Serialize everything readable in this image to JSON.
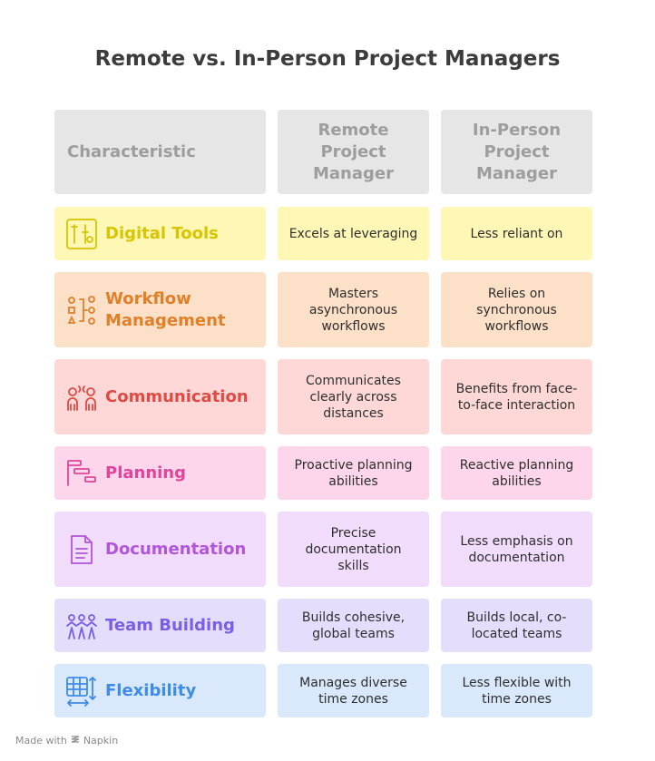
{
  "title": "Remote vs. In-Person Project Managers",
  "headers": {
    "characteristic": "Characteristic",
    "remote": "Remote Project Manager",
    "inperson": "In-Person Project Manager"
  },
  "rows": [
    {
      "feature": "Digital Tools",
      "remote": "Excels at leveraging",
      "inperson": "Less reliant on",
      "icon": "tools-icon",
      "color": "#d9c400",
      "bg": "#fef7b6"
    },
    {
      "feature": "Workflow Management",
      "remote": "Masters asynchronous workflows",
      "inperson": "Relies on synchronous workflows",
      "icon": "workflow-icon",
      "color": "#e0802a",
      "bg": "#fde0c8"
    },
    {
      "feature": "Communication",
      "remote": "Communicates clearly across distances",
      "inperson": "Benefits from face-to-face interaction",
      "icon": "communication-icon",
      "color": "#e04a45",
      "bg": "#fdd8d6"
    },
    {
      "feature": "Planning",
      "remote": "Proactive planning abilities",
      "inperson": "Reactive planning abilities",
      "icon": "gantt-icon",
      "color": "#e0459a",
      "bg": "#fdd6ec"
    },
    {
      "feature": "Documentation",
      "remote": "Precise documentation skills",
      "inperson": "Less emphasis on documentation",
      "icon": "document-icon",
      "color": "#b155d9",
      "bg": "#f1dcfc"
    },
    {
      "feature": "Team Building",
      "remote": "Builds cohesive, global teams",
      "inperson": "Builds local, co-located teams",
      "icon": "team-icon",
      "color": "#7b5ee6",
      "bg": "#e4defc"
    },
    {
      "feature": "Flexibility",
      "remote": "Manages diverse time zones",
      "inperson": "Less flexible with time zones",
      "icon": "flexibility-icon",
      "color": "#3f8ce6",
      "bg": "#d9e8fb"
    }
  ],
  "footer": {
    "made_with": "Made with",
    "brand": "Napkin"
  }
}
